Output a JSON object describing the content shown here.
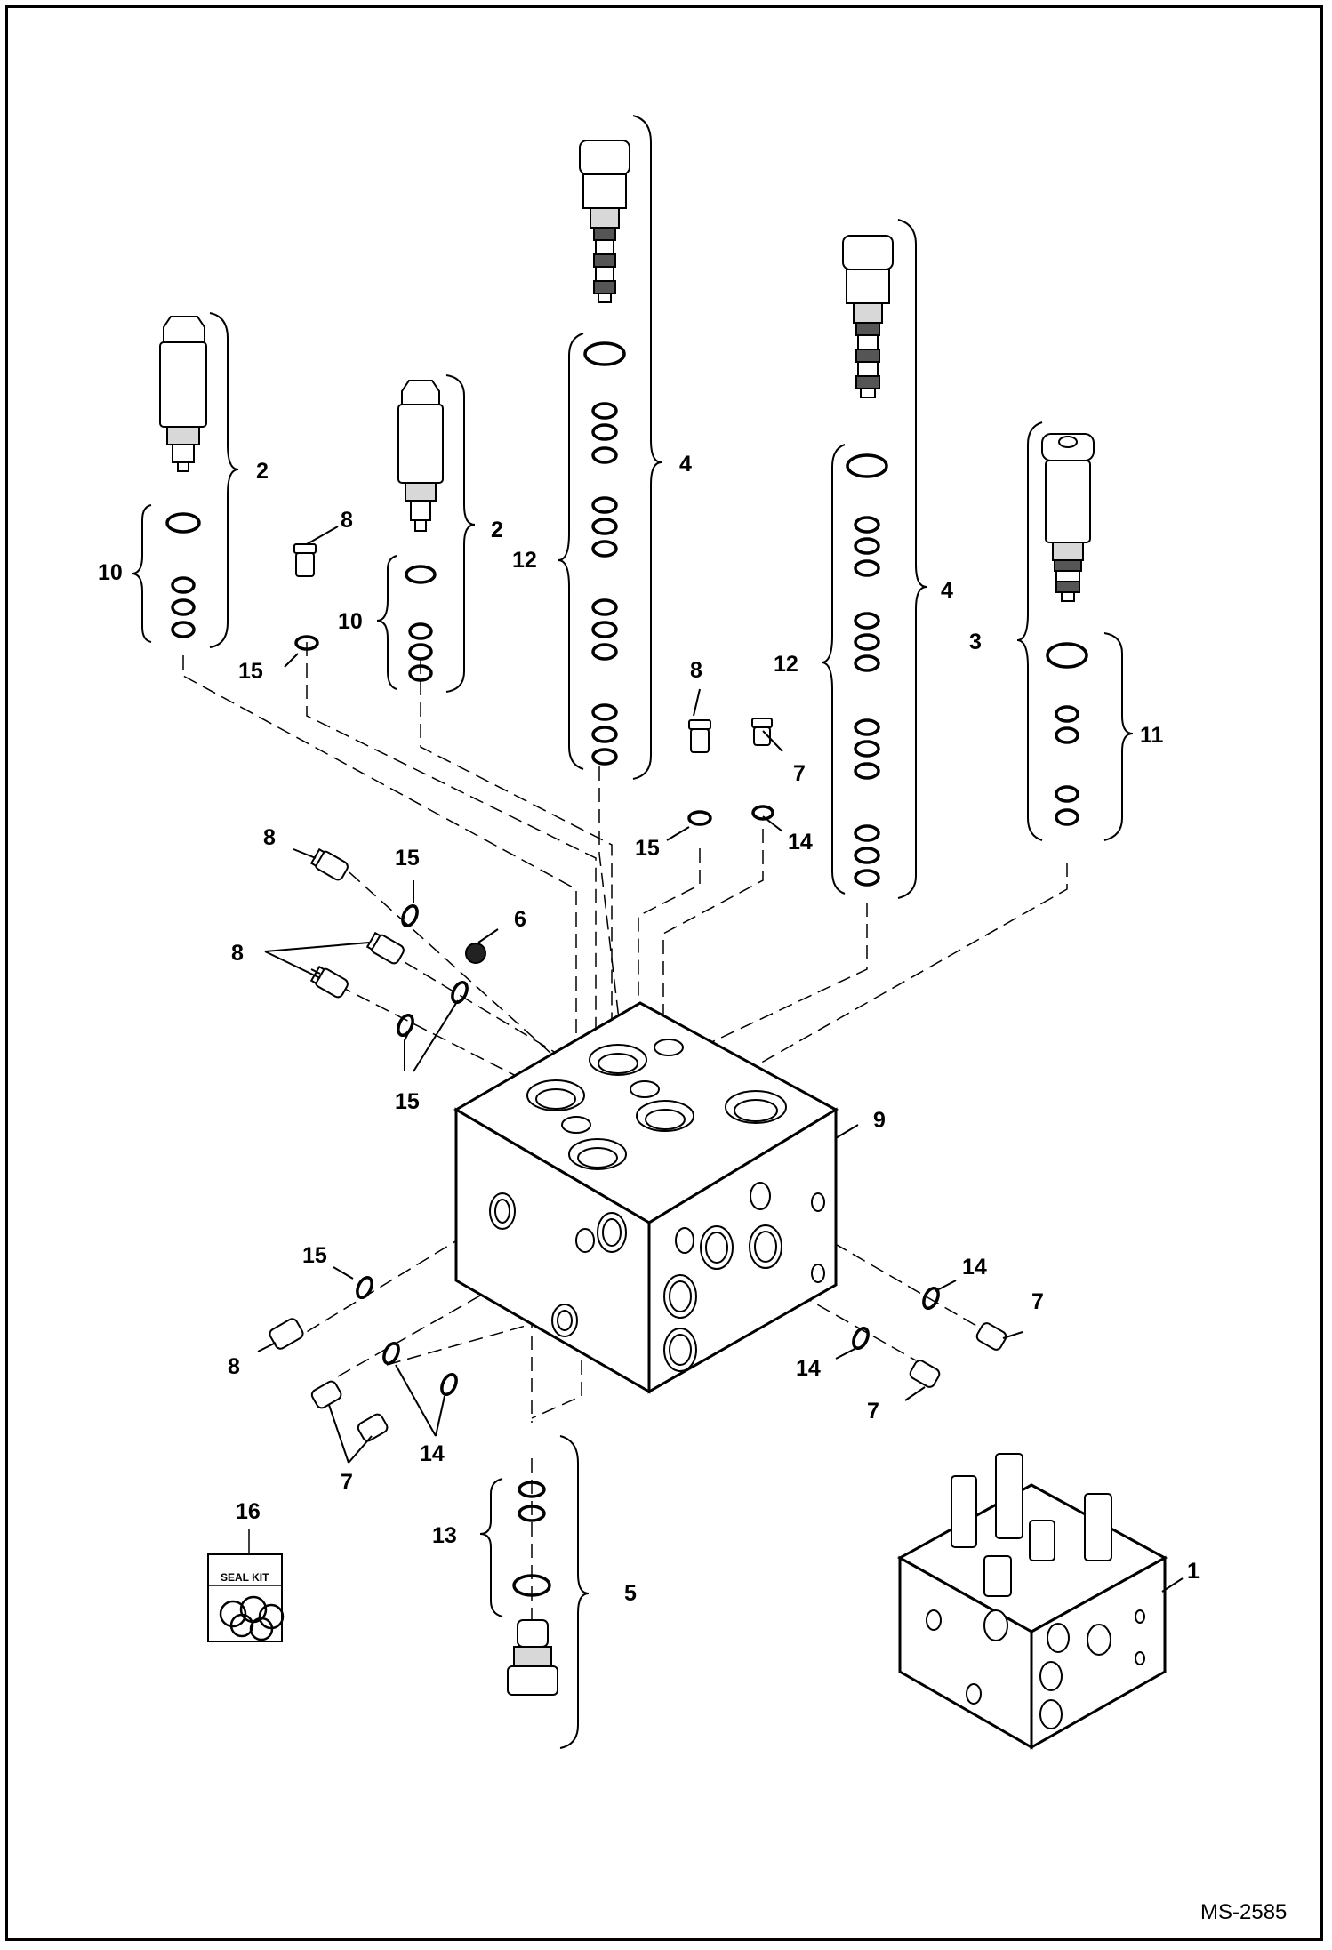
{
  "drawing_code": "MS-2585",
  "seal_kit_label": "SEAL KIT",
  "callouts": [
    {
      "id": "c1",
      "text": "1"
    },
    {
      "id": "c2a",
      "text": "2"
    },
    {
      "id": "c2b",
      "text": "2"
    },
    {
      "id": "c3",
      "text": "3"
    },
    {
      "id": "c4a",
      "text": "4"
    },
    {
      "id": "c4b",
      "text": "4"
    },
    {
      "id": "c5",
      "text": "5"
    },
    {
      "id": "c6",
      "text": "6"
    },
    {
      "id": "c7a",
      "text": "7"
    },
    {
      "id": "c7b",
      "text": "7"
    },
    {
      "id": "c7c",
      "text": "7"
    },
    {
      "id": "c7d",
      "text": "7"
    },
    {
      "id": "c8a",
      "text": "8"
    },
    {
      "id": "c8b",
      "text": "8"
    },
    {
      "id": "c8c",
      "text": "8"
    },
    {
      "id": "c8d",
      "text": "8"
    },
    {
      "id": "c8e",
      "text": "8"
    },
    {
      "id": "c9",
      "text": "9"
    },
    {
      "id": "c10a",
      "text": "10"
    },
    {
      "id": "c10b",
      "text": "10"
    },
    {
      "id": "c11",
      "text": "11"
    },
    {
      "id": "c12a",
      "text": "12"
    },
    {
      "id": "c12b",
      "text": "12"
    },
    {
      "id": "c13",
      "text": "13"
    },
    {
      "id": "c14a",
      "text": "14"
    },
    {
      "id": "c14b",
      "text": "14"
    },
    {
      "id": "c14c",
      "text": "14"
    },
    {
      "id": "c14d",
      "text": "14"
    },
    {
      "id": "c15a",
      "text": "15"
    },
    {
      "id": "c15b",
      "text": "15"
    },
    {
      "id": "c15c",
      "text": "15"
    },
    {
      "id": "c15d",
      "text": "15"
    },
    {
      "id": "c15e",
      "text": "15"
    },
    {
      "id": "c16",
      "text": "16"
    }
  ]
}
